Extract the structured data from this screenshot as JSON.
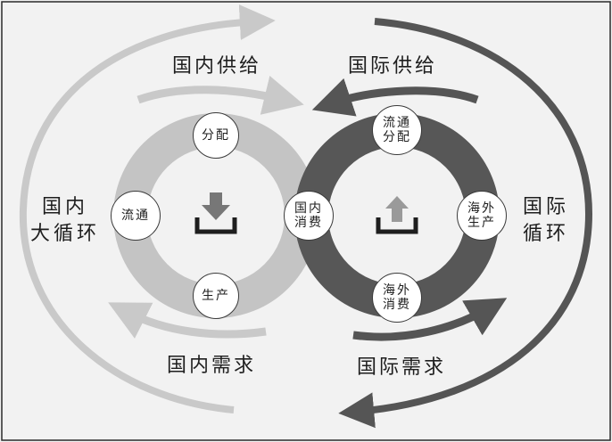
{
  "labels": {
    "domestic_supply": "国内供给",
    "international_supply": "国际供给",
    "domestic_demand": "国内需求",
    "international_demand": "国际需求",
    "domestic_cycle": [
      "国内",
      "大循环"
    ],
    "international_cycle": [
      "国际",
      "循环"
    ]
  },
  "domestic_ring": {
    "nodes": {
      "distribution": "分配",
      "circulation": "流通",
      "production": "生产"
    },
    "center_icon": "download-tray-icon"
  },
  "international_ring": {
    "nodes": {
      "circulation_distribution": [
        "流通",
        "分配"
      ],
      "domestic_consumption": [
        "国内",
        "消费"
      ],
      "overseas_production": [
        "海外",
        "生产"
      ],
      "overseas_consumption": [
        "海外",
        "消费"
      ]
    },
    "center_icon": "upload-tray-icon"
  },
  "colors": {
    "background": "#f2f2f2",
    "domestic_ring": "#c4c4c4",
    "international_ring": "#575757",
    "domestic_arrow": "#c9c9c9",
    "international_arrow": "#555555",
    "icon_domestic": "#777777",
    "icon_international": "#9a9a9a",
    "tray": "#1e1e1e"
  }
}
